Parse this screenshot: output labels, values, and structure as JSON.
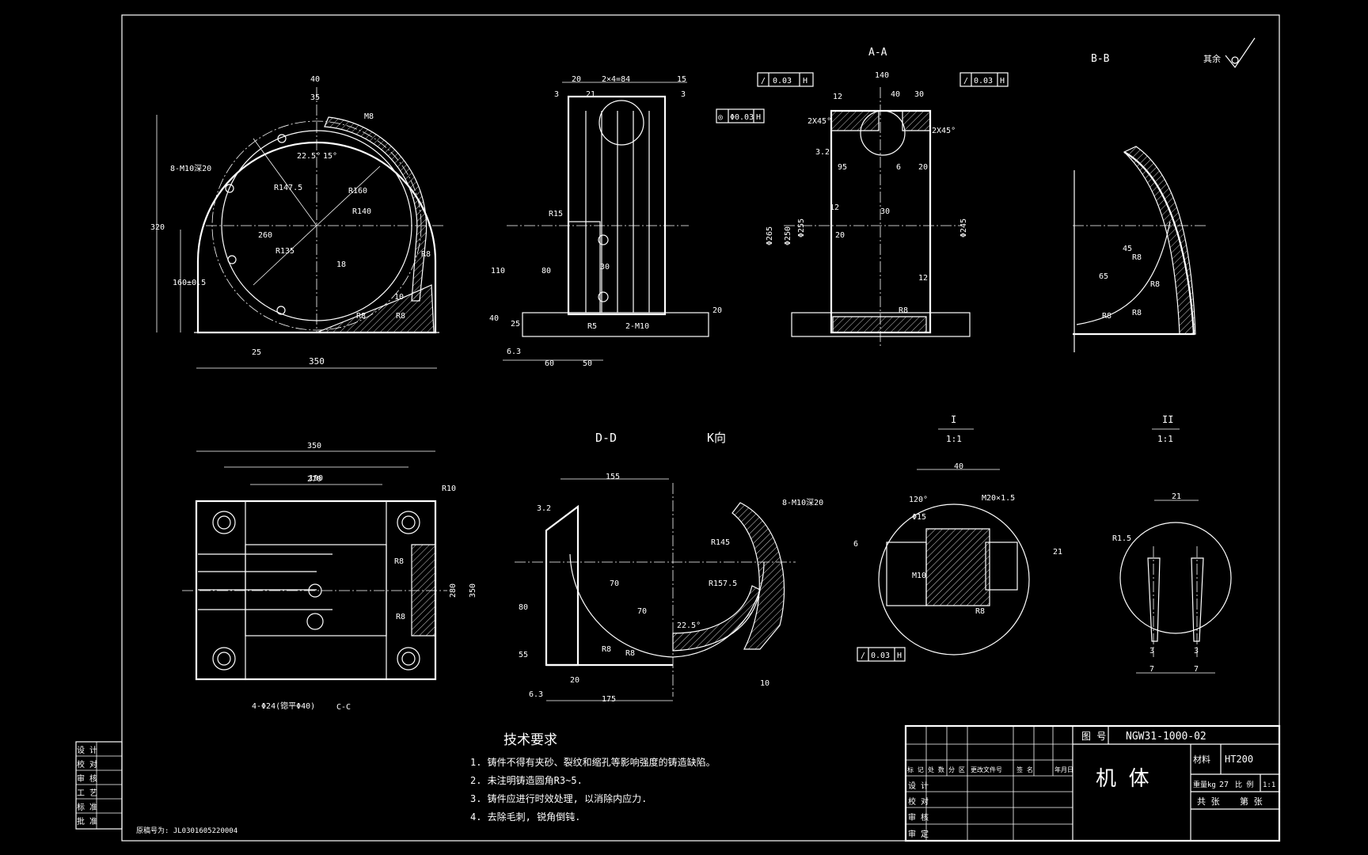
{
  "views": {
    "section_aa": "A-A",
    "section_bb": "B-B",
    "section_dd": "D-D",
    "view_k": "K向",
    "detail_1": "I",
    "detail_1_scale": "1:1",
    "detail_2": "II",
    "detail_2_scale": "1:1",
    "roughness_rest": "其余"
  },
  "callouts": {
    "front_holes": "8-M10深20",
    "dd_holes": "8-M10深20",
    "base_holes": "4-Φ24(锪平Φ40)",
    "side_tapped": "2-M10",
    "detail_thread": "M20×1.5",
    "section_cc": "C-C"
  },
  "dimensions": {
    "front": [
      "40",
      "35",
      "M8",
      "22.5°",
      "15°",
      "R147.5",
      "R160",
      "R140",
      "R135",
      "260",
      "320",
      "160±0.5",
      "18",
      "R8",
      "10",
      "R8",
      "R8",
      "25",
      "350"
    ],
    "side": [
      "20",
      "21",
      "2×4=84",
      "15",
      "3",
      "3",
      "R15",
      "110",
      "80",
      "30",
      "40",
      "25",
      "R5",
      "6.3",
      "60",
      "50",
      "20"
    ],
    "aa": [
      "140",
      "12",
      "40",
      "30",
      "2X45°",
      "2X45°",
      "3.2",
      "95",
      "6",
      "20",
      "12",
      "30",
      "20",
      "12",
      "R8",
      "Φ265",
      "Φ250",
      "Φ255",
      "Φ245"
    ],
    "bb": [
      "65",
      "45",
      "R8",
      "R8",
      "R8",
      "R8"
    ],
    "plan": [
      "350",
      "270",
      "190",
      "R10",
      "R8",
      "R8",
      "280",
      "350"
    ],
    "dd": [
      "155",
      "R145",
      "R157.5",
      "70",
      "70",
      "80",
      "55",
      "22.5°",
      "R8",
      "R8",
      "20",
      "175",
      "10",
      "6.3",
      "3.2"
    ],
    "detail1": [
      "40",
      "120°",
      "Φ15",
      "6",
      "M10",
      "21",
      "R8"
    ],
    "detail2": [
      "21",
      "R1.5",
      "3",
      "3",
      "7",
      "7"
    ]
  },
  "tolerances": [
    {
      "sym": "/",
      "val": "0.03",
      "ref": "H"
    },
    {
      "sym": "/",
      "val": "0.03",
      "ref": "H"
    },
    {
      "sym": "◎",
      "val": "Φ0.03",
      "ref": "H"
    },
    {
      "sym": "/",
      "val": "0.03",
      "ref": "H"
    }
  ],
  "tech_requirements": {
    "title": "技术要求",
    "items": [
      "1. 铸件不得有夹砂、裂纹和缩孔等影响强度的铸造缺陷。",
      "2. 未注明铸造圆角R3~5.",
      "3. 铸件应进行时效处理, 以消除内应力.",
      "4. 去除毛刺, 锐角倒钝."
    ]
  },
  "title_block": {
    "drawing_no_label": "图 号",
    "drawing_no": "NGW31-1000-02",
    "part_name": "机 体",
    "material_label": "材料",
    "material": "HT200",
    "weight_label": "重量kg",
    "weight": "27",
    "scale_label": "比 例",
    "scale": "1:1",
    "sheet_total": "共 张",
    "sheet_no": "第 张",
    "rev_headers": [
      "标 记",
      "处 数",
      "分 区",
      "更改文件号",
      "签 名",
      "年月日"
    ],
    "roles": [
      "设 计",
      "校 对",
      "审 核",
      "审 定"
    ]
  },
  "left_strip": [
    "设 计",
    "校 对",
    "审 核",
    "工 艺",
    "标 准",
    "批 准"
  ],
  "footer_code": "原稿号为: JL0301605220004"
}
